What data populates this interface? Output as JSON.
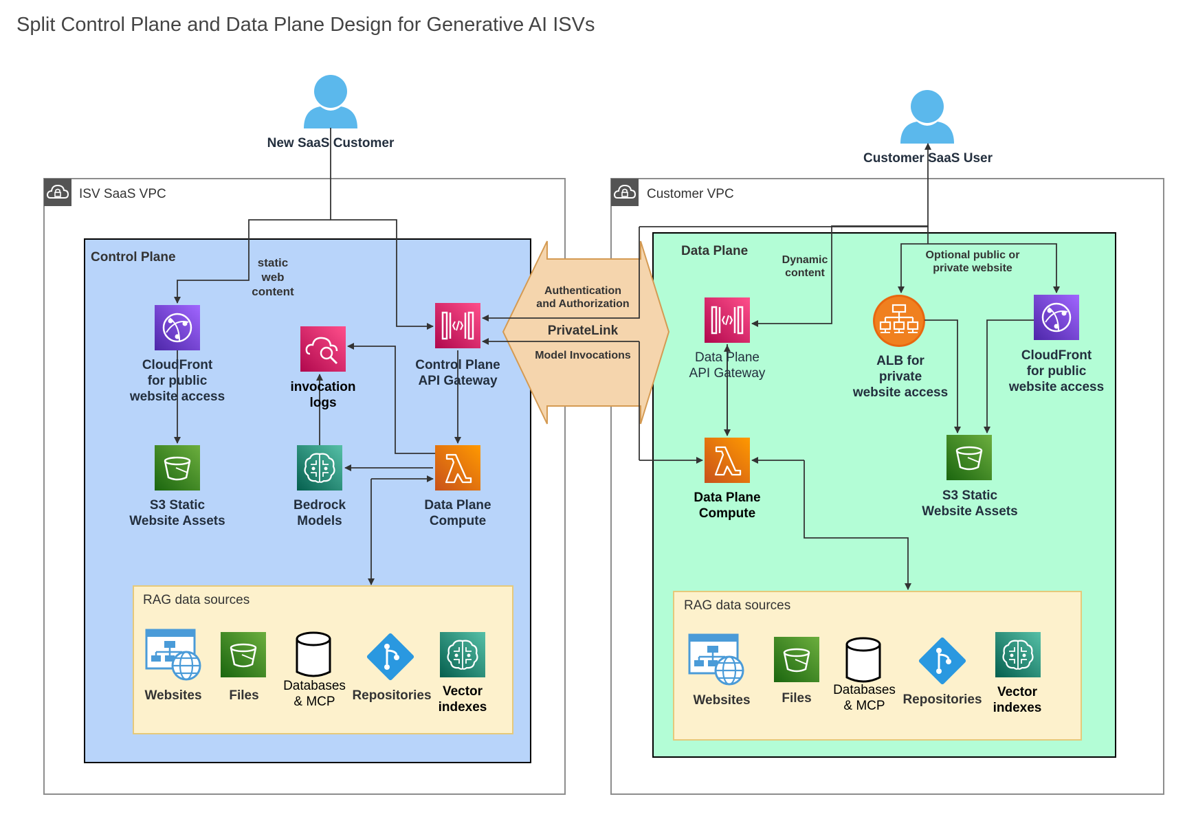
{
  "title": "Split Control Plane and Data Plane Design for Generative AI ISVs",
  "actors": {
    "new_customer": "New SaaS Customer",
    "saas_user": "Customer SaaS User"
  },
  "isv_vpc": {
    "label": "ISV SaaS VPC",
    "control_plane": {
      "label": "Control Plane",
      "static_web_content": "static\nweb\ncontent",
      "cloudfront": "CloudFront\nfor public\nwebsite access",
      "s3": "S3 Static\nWebsite Assets",
      "invocation_logs": "invocation\nlogs",
      "bedrock": "Bedrock\nModels",
      "api_gateway": "Control Plane\nAPI Gateway",
      "compute": "Data Plane\nCompute",
      "rag": {
        "title": "RAG data sources",
        "items": [
          "Websites",
          "Files",
          "Databases\n& MCP",
          "Repositories",
          "Vector\nindexes"
        ]
      }
    }
  },
  "privatelink": {
    "auth": "Authentication\nand Authorization",
    "label": "PrivateLink",
    "invocations": "Model Invocations"
  },
  "customer_vpc": {
    "label": "Customer VPC",
    "data_plane": {
      "label": "Data Plane",
      "dynamic_content": "Dynamic\ncontent",
      "optional_website": "Optional public or\nprivate website",
      "api_gateway": "Data Plane\nAPI Gateway",
      "alb": "ALB for\nprivate\nwebsite access",
      "cloudfront": "CloudFront\nfor public\nwebsite access",
      "compute": "Data Plane\nCompute",
      "s3": "S3 Static\nWebsite Assets",
      "rag": {
        "title": "RAG data sources",
        "items": [
          "Websites",
          "Files",
          "Databases\n& MCP",
          "Repositories",
          "Vector\nindexes"
        ]
      }
    }
  },
  "colors": {
    "control_plane_fill": "#b8d4fa",
    "data_plane_fill": "#b3fdd6",
    "rag_fill": "#fdf1cc",
    "privatelink_fill": "#f5d5ad",
    "user_icon": "#5bb8ec"
  }
}
